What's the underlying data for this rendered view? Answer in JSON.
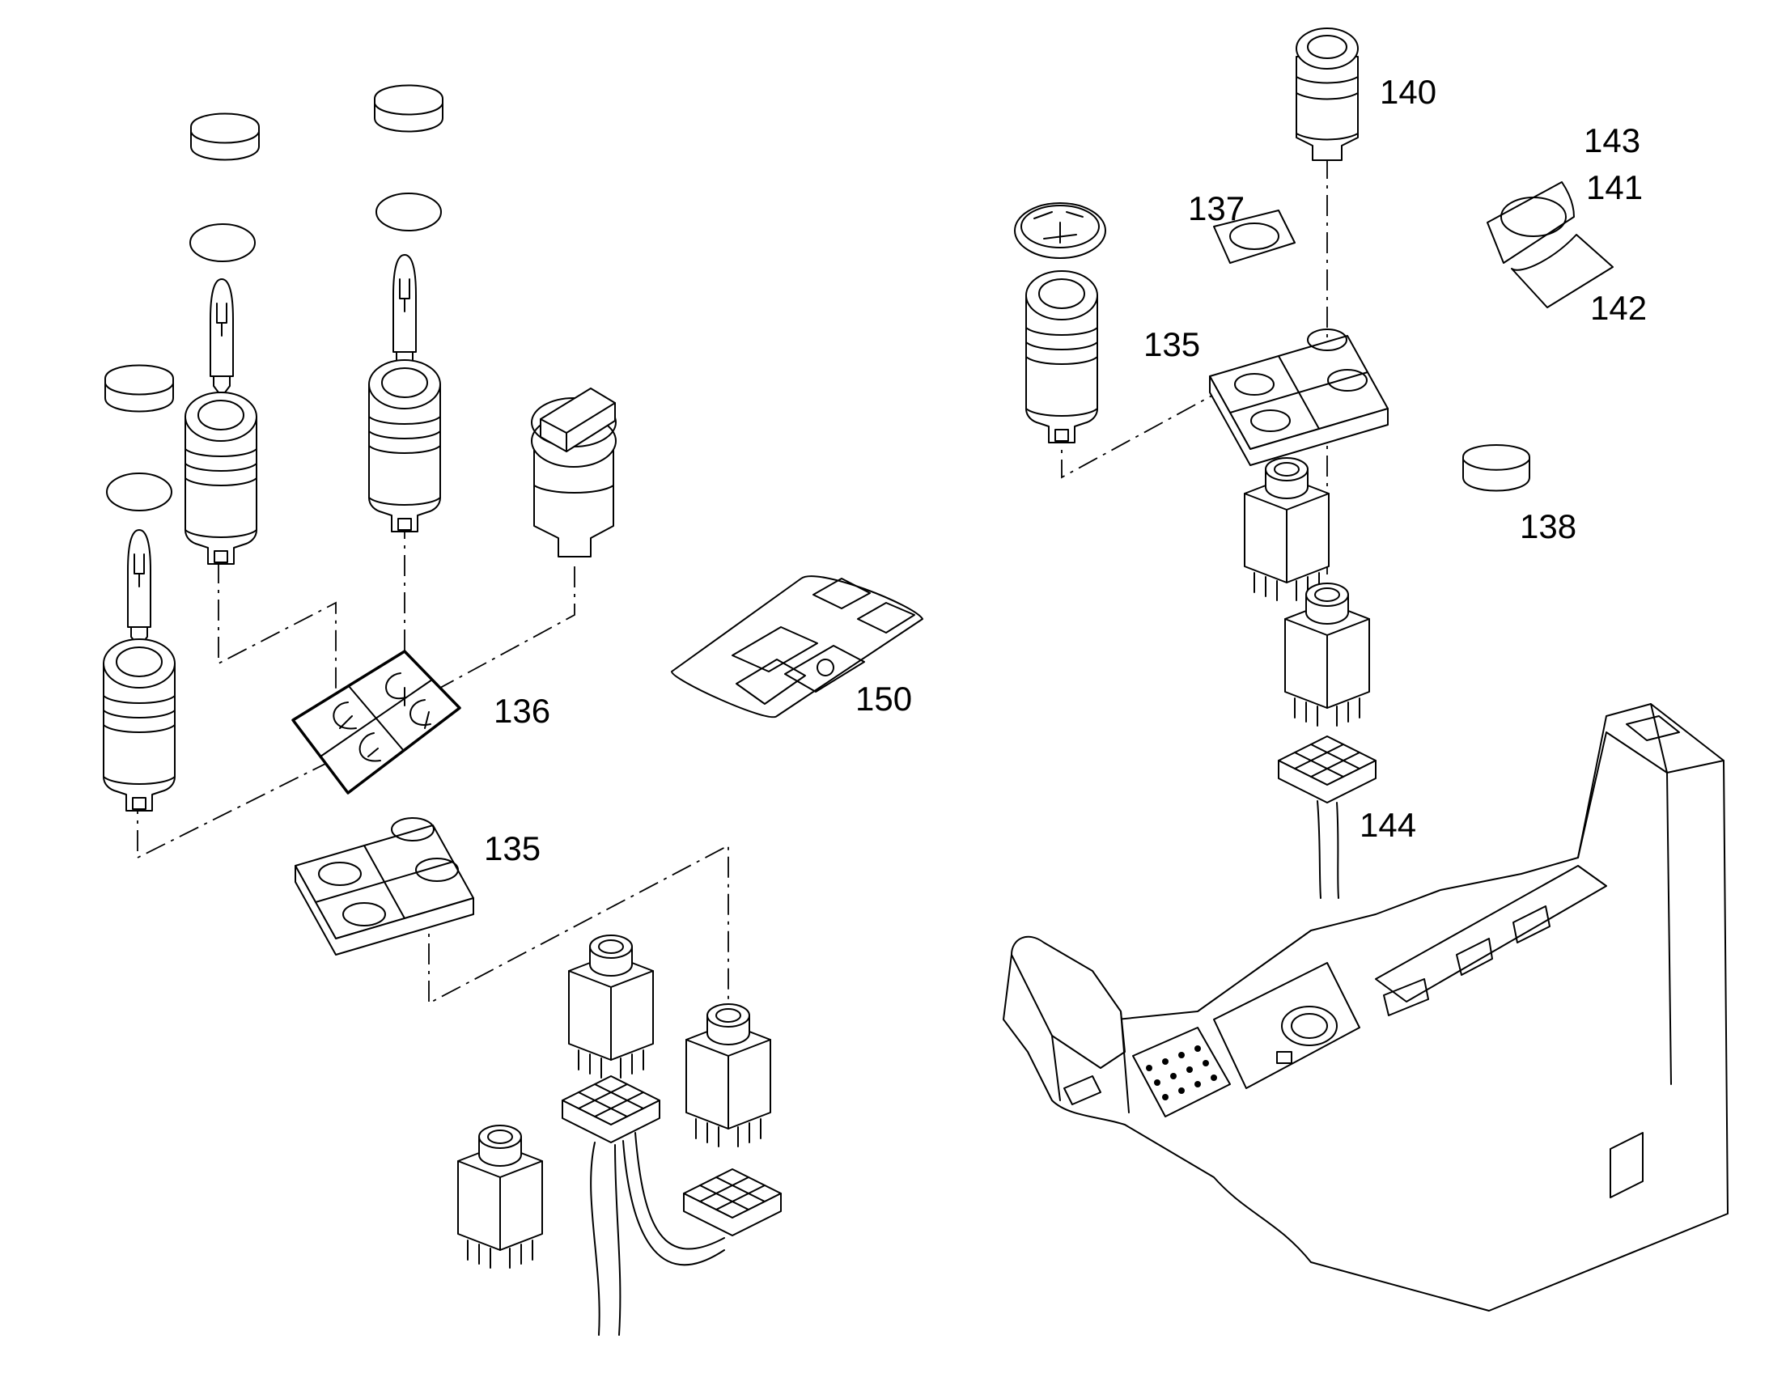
{
  "diagram": {
    "callouts": [
      {
        "id": "c140",
        "text": "140"
      },
      {
        "id": "c143",
        "text": "143"
      },
      {
        "id": "c141",
        "text": "141"
      },
      {
        "id": "c137",
        "text": "137"
      },
      {
        "id": "c142",
        "text": "142"
      },
      {
        "id": "c135a",
        "text": "135"
      },
      {
        "id": "c138",
        "text": "138"
      },
      {
        "id": "c136",
        "text": "136"
      },
      {
        "id": "c150",
        "text": "150"
      },
      {
        "id": "c135b",
        "text": "135"
      },
      {
        "id": "c144",
        "text": "144"
      }
    ]
  }
}
